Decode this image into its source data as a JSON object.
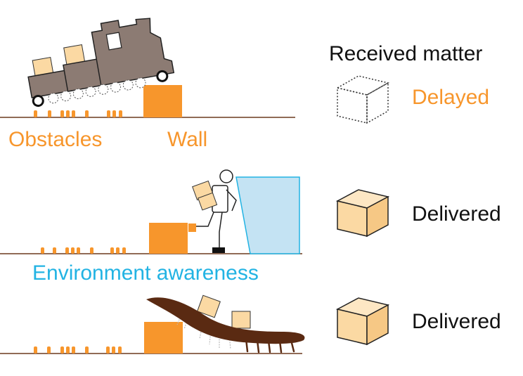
{
  "header": {
    "received_title": "Received matter"
  },
  "rows": [
    {
      "outcome": "Delayed",
      "labels": {
        "obstacles": "Obstacles",
        "wall": "Wall"
      }
    },
    {
      "outcome": "Delivered",
      "caption": "Environment awareness"
    },
    {
      "outcome": "Delivered"
    }
  ],
  "colors": {
    "orange": "#f7962c",
    "cyan": "#22b3e3",
    "train": "#8c7b73",
    "brown": "#5a2a12",
    "cargo": "#fbd9a3",
    "sky": "#c4e3f3",
    "ground": "#6b3a1e"
  }
}
